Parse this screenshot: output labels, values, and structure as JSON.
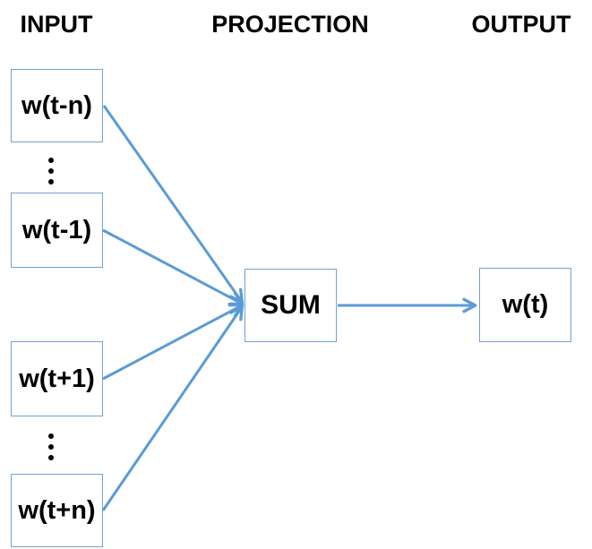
{
  "diagram": {
    "columns": [
      {
        "id": "input",
        "label": "INPUT"
      },
      {
        "id": "projection",
        "label": "PROJECTION"
      },
      {
        "id": "output",
        "label": "OUTPUT"
      }
    ],
    "input_nodes": [
      {
        "id": "w-t-minus-n",
        "label": "w(t-n)"
      },
      {
        "id": "w-t-minus-1",
        "label": "w(t-1)"
      },
      {
        "id": "w-t-plus-1",
        "label": "w(t+1)"
      },
      {
        "id": "w-t-plus-n",
        "label": "w(t+n)"
      }
    ],
    "projection_node": {
      "label": "SUM"
    },
    "output_node": {
      "label": "w(t)"
    },
    "ellipsis_icon": "vertical-ellipsis",
    "edges": [
      {
        "from": "w(t-n)",
        "to": "SUM"
      },
      {
        "from": "w(t-1)",
        "to": "SUM"
      },
      {
        "from": "w(t+1)",
        "to": "SUM"
      },
      {
        "from": "w(t+n)",
        "to": "SUM"
      },
      {
        "from": "SUM",
        "to": "w(t)"
      }
    ],
    "colors": {
      "arrow": "#5B9BD5",
      "box_border": "#6FA3D3",
      "text": "#000000",
      "background": "#FFFFFF"
    }
  }
}
